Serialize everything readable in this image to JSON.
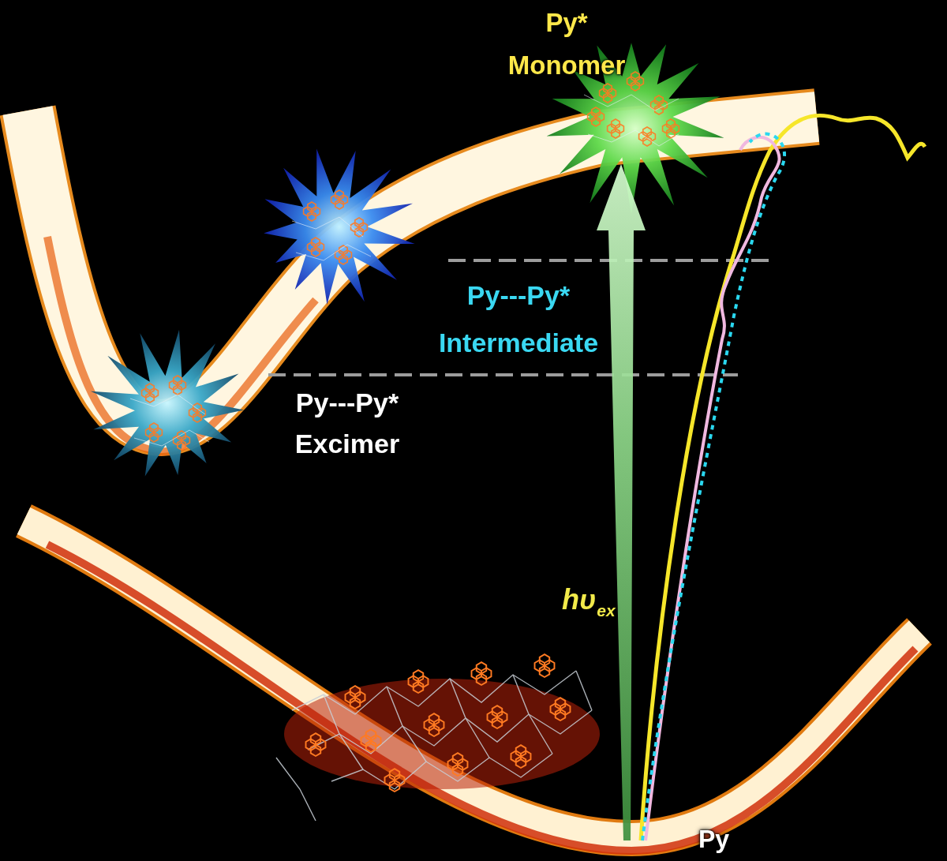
{
  "diagram": {
    "labels": [
      "Py* Monomer",
      "Py---Py* Intermediate",
      "Py---Py* Excimer",
      "hυ",
      "ex",
      "Py"
    ]
  }
}
